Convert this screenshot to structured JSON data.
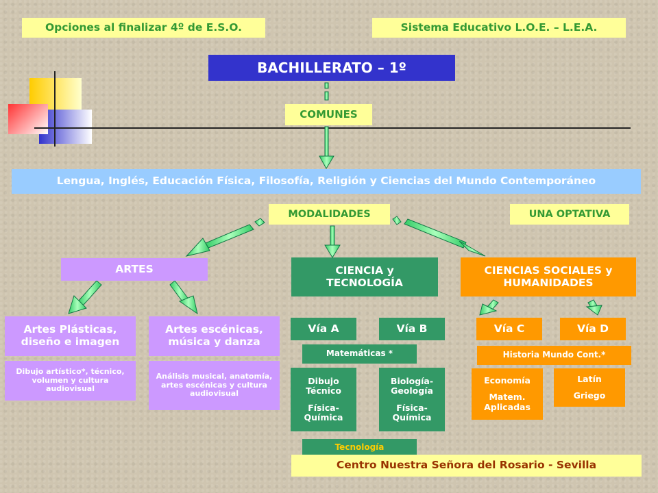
{
  "header": {
    "left_title": "Opciones al finalizar 4º de E.S.O.",
    "right_title": "Sistema Educativo L.O.E. – L.E.A."
  },
  "main_title": "BACHILLERATO – 1º",
  "comunes": {
    "label": "COMUNES",
    "subjects": "Lengua, Inglés, Educación Física, Filosofía, Religión y Ciencias del Mundo Contemporáneo"
  },
  "modalidades_label": "MODALIDADES",
  "optativa_label": "UNA OPTATIVA",
  "modalities": {
    "artes": {
      "title": "ARTES",
      "plasticas": {
        "title": "Artes Plásticas, diseño e imagen",
        "subjects": "Dibujo artístico*, técnico, volumen y cultura audiovisual"
      },
      "escenicas": {
        "title": "Artes escénicas, música y danza",
        "subjects": "Análisis musical, anatomía, artes escénicas y cultura audiovisual"
      }
    },
    "ciencia": {
      "title": "CIENCIA y TECNOLOGÍA",
      "via_a": "Vía A",
      "via_b": "Vía B",
      "common": "Matemáticas *",
      "via_a_subjects": [
        "Dibujo Técnico",
        "Física-Química"
      ],
      "via_b_subjects": [
        "Biología-Geología",
        "Física-Química"
      ],
      "extra": "Tecnología"
    },
    "sociales": {
      "title": "CIENCIAS SOCIALES y HUMANIDADES",
      "via_c": "Vía C",
      "via_d": "Vía D",
      "common": "Historia Mundo Cont.*",
      "via_c_subjects": [
        "Economía",
        "Matem. Aplicadas"
      ],
      "via_d_subjects": [
        "Latín",
        "Griego"
      ]
    }
  },
  "footer": "Centro Nuestra Señora del Rosario - Sevilla",
  "colors": {
    "label_bg": "#ffff99",
    "label_text": "#339933",
    "title_bg": "#3333cc",
    "comunes_bg": "#99ccff",
    "artes_bg": "#cc99ff",
    "ciencia_bg": "#339966",
    "sociales_bg": "#ff9900",
    "arrow": "#66ee88"
  }
}
